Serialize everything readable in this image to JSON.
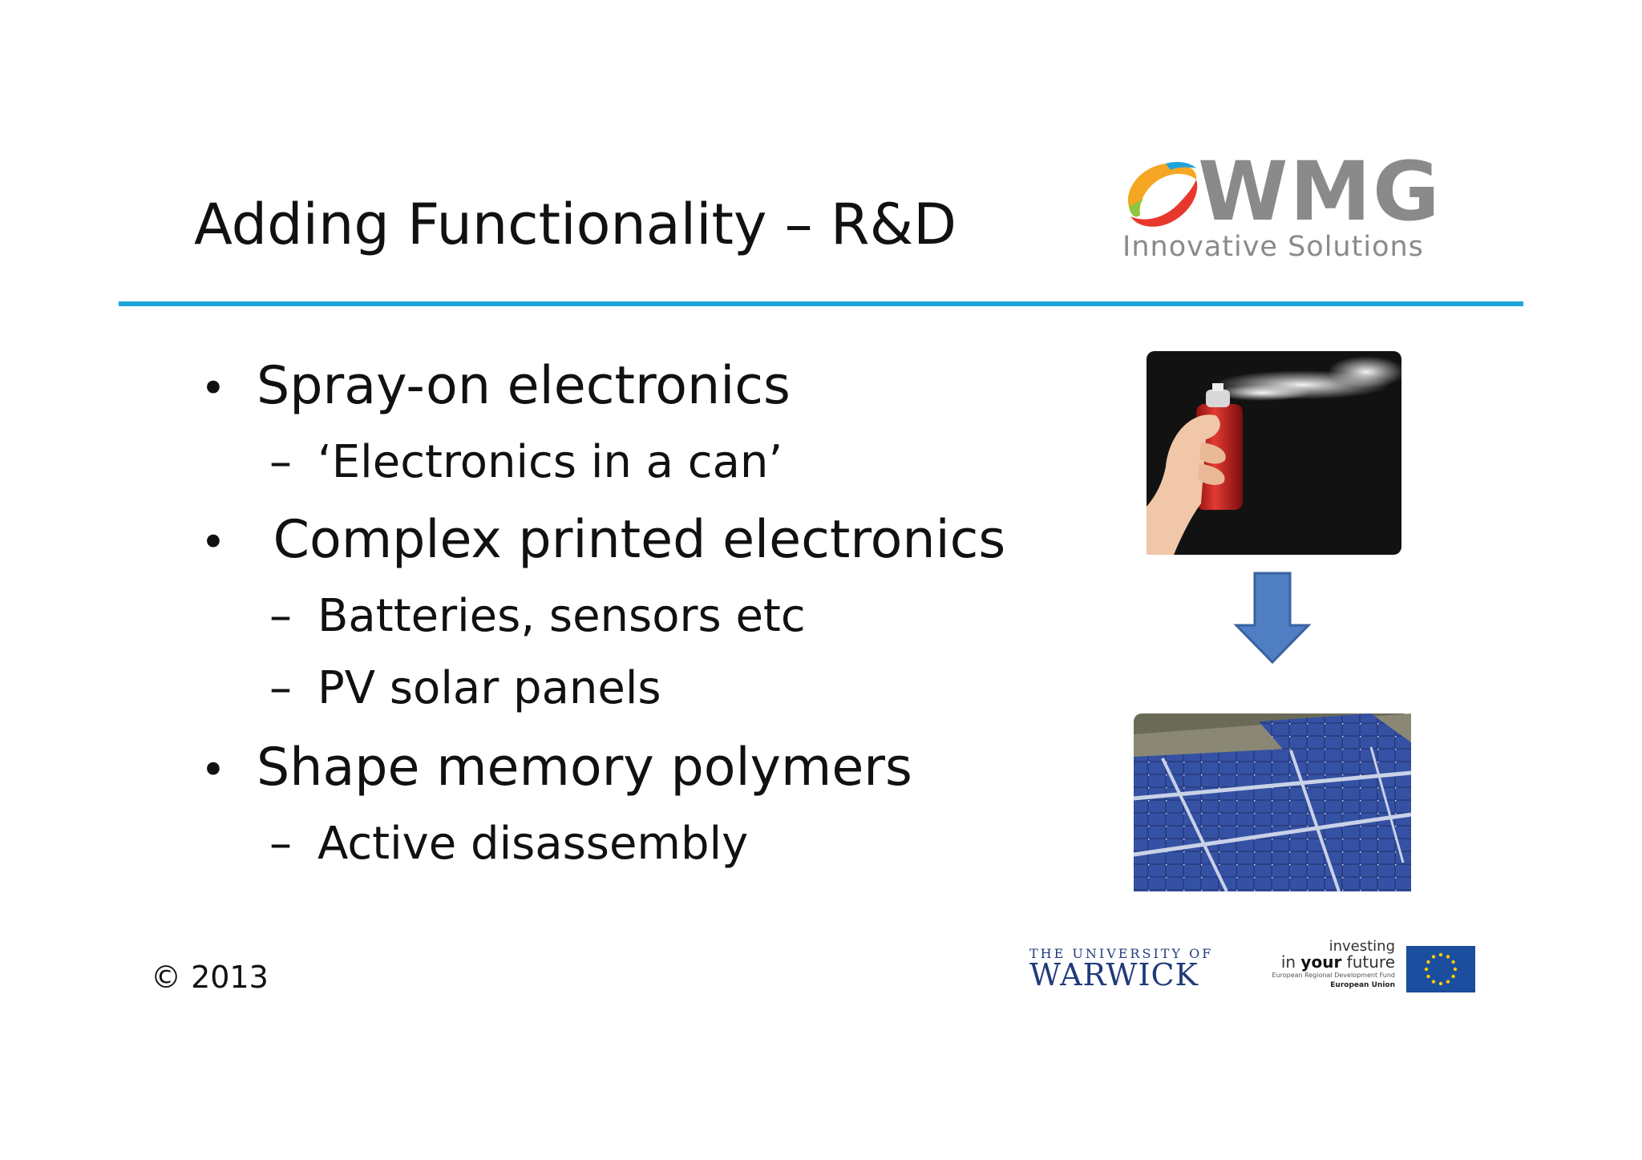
{
  "slide": {
    "title": "Adding Functionality – R&D",
    "bullets": [
      {
        "text": "Spray-on electronics",
        "subs": [
          "‘Electronics in a can’"
        ]
      },
      {
        "text": " Complex printed electronics",
        "subs": [
          "Batteries, sensors etc",
          "PV solar panels"
        ]
      },
      {
        "text": "Shape memory polymers",
        "subs": [
          "Active disassembly"
        ]
      }
    ],
    "bullet_symbol": "•",
    "dash_symbol": "–",
    "copyright": "© 2013"
  },
  "logos": {
    "wmg": {
      "wordmark": "WMG",
      "tagline": "Innovative Solutions"
    },
    "warwick": {
      "line1": "THE UNIVERSITY OF",
      "line2": "WARWICK"
    },
    "eu": {
      "investing": "investing",
      "in": "in",
      "your": "your",
      "future": "future",
      "fund": "European Regional Development Fund",
      "union": "European Union"
    }
  },
  "images": {
    "spray": "spray-can-image",
    "solar": "solar-panels-image",
    "arrow": "down-arrow-icon"
  },
  "colors": {
    "rule": "#1ea4dc",
    "arrow": "#4f7fc2",
    "logo_grey": "#8a8a8a",
    "warwick_blue": "#213a7a",
    "eu_blue": "#1c4ea0"
  }
}
